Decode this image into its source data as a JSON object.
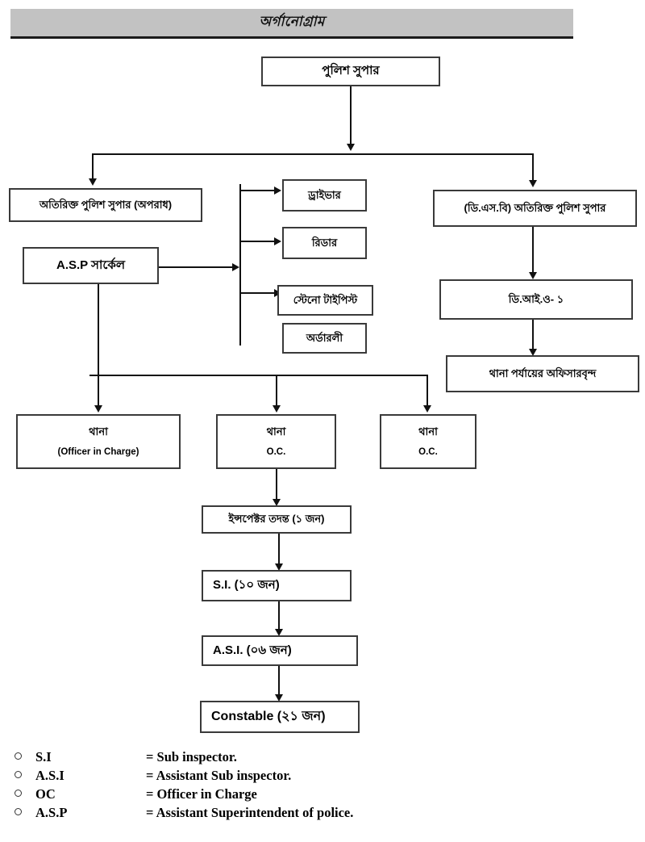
{
  "header": {
    "title": "অর্গানোগ্রাম"
  },
  "chart": {
    "top": {
      "label": "পুলিশ সুপার"
    },
    "level2": {
      "left": "অতিরিক্ত পুলিশ সুপার (অপরাধ)",
      "asp_circle": "A.S.P সার্কেল",
      "right": "(ডি.এস.বি) অতিরিক্ত পুলিশ সুপার"
    },
    "support_staff": [
      {
        "label": "ড্রাইভার"
      },
      {
        "label": "রিডার"
      },
      {
        "label": "স্টেনো টাইপিস্ট"
      },
      {
        "label": "অর্ডারলী"
      }
    ],
    "dsb_chain": [
      {
        "label": "ডি.আই.ও- ১"
      },
      {
        "label": "থানা পর্যায়ের অফিসারবৃন্দ"
      }
    ],
    "thanas": [
      {
        "label": "থানা",
        "sub": "(Officer in Charge)"
      },
      {
        "label": "থানা",
        "sub": "O.C."
      },
      {
        "label": "থানা",
        "sub": "O.C."
      }
    ],
    "thana_chain": [
      {
        "label": "ইন্সপেক্টর তদন্ত (১ জন)"
      },
      {
        "label": "S.I. (১০ জন)"
      },
      {
        "label": "A.S.I. (০৬ জন)"
      },
      {
        "label": "Constable (২১ জন)"
      }
    ]
  },
  "legend": {
    "bullet": "circle-outline-bullet",
    "items": [
      {
        "abbr": "S.I",
        "definition": "= Sub inspector."
      },
      {
        "abbr": "A.S.I",
        "definition": "= Assistant Sub inspector."
      },
      {
        "abbr": "OC",
        "definition": "= Officer in Charge"
      },
      {
        "abbr": "A.S.P",
        "definition": "= Assistant Superintendent of police."
      }
    ]
  },
  "colors": {
    "banner_fill": "#c2c2c2",
    "line": "#111111",
    "box_border": "#3a3a3a",
    "background": "#ffffff"
  }
}
